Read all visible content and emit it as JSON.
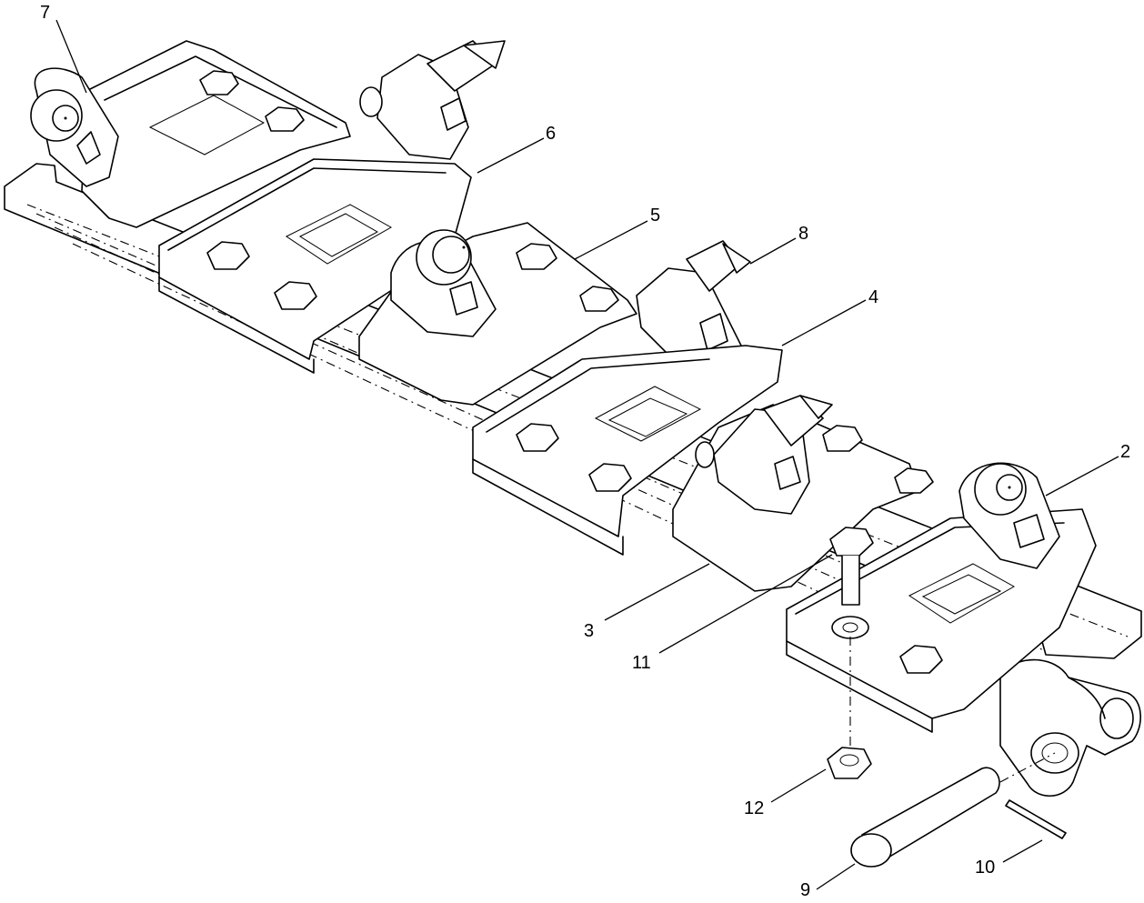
{
  "callouts": [
    {
      "id": "7",
      "text": "7"
    },
    {
      "id": "6",
      "text": "6"
    },
    {
      "id": "5",
      "text": "5"
    },
    {
      "id": "8",
      "text": "8"
    },
    {
      "id": "4",
      "text": "4"
    },
    {
      "id": "2",
      "text": "2"
    },
    {
      "id": "3",
      "text": "3"
    },
    {
      "id": "11",
      "text": "11"
    },
    {
      "id": "12",
      "text": "12"
    },
    {
      "id": "10",
      "text": "10"
    },
    {
      "id": "9",
      "text": "9"
    }
  ]
}
